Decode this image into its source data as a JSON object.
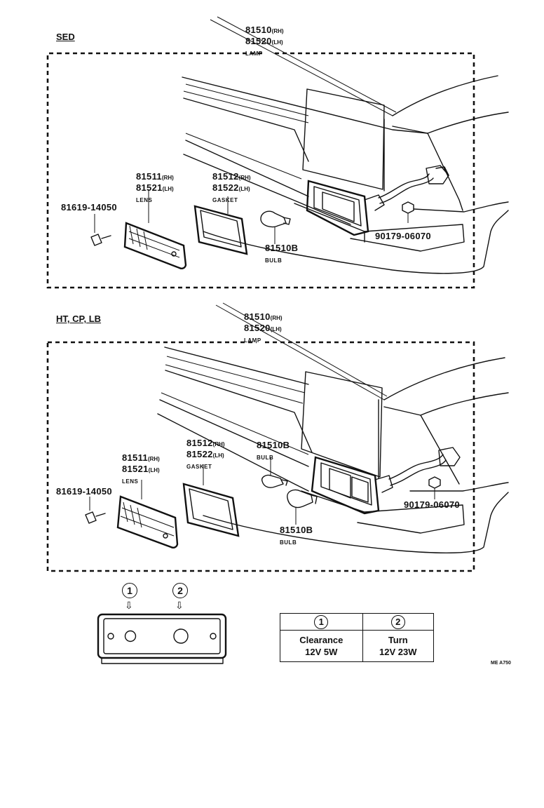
{
  "sections": {
    "sed": {
      "title": "SED",
      "lamp": {
        "rh": "81510",
        "rh_sfx": "(RH)",
        "lh": "81520",
        "lh_sfx": "(LH)",
        "name": "LAMP"
      },
      "lens": {
        "rh": "81511",
        "rh_sfx": "(RH)",
        "lh": "81521",
        "lh_sfx": "(LH)",
        "name": "LENS"
      },
      "gasket": {
        "rh": "81512",
        "rh_sfx": "(RH)",
        "lh": "81522",
        "lh_sfx": "(LH)",
        "name": "GASKET"
      },
      "screw": "81619-14050",
      "bulb": {
        "num": "81510B",
        "name": "BULB"
      },
      "nut": "90179-06070"
    },
    "ht": {
      "title": "HT, CP, LB",
      "lamp": {
        "rh": "81510",
        "rh_sfx": "(RH)",
        "lh": "81520",
        "lh_sfx": "(LH)",
        "name": "LAMP"
      },
      "lens": {
        "rh": "81511",
        "rh_sfx": "(RH)",
        "lh": "81521",
        "lh_sfx": "(LH)",
        "name": "LENS"
      },
      "gasket": {
        "rh": "81512",
        "rh_sfx": "(RH)",
        "lh": "81522",
        "lh_sfx": "(LH)",
        "name": "GASKET"
      },
      "screw": "81619-14050",
      "bulb_upper": {
        "num": "81510B",
        "name": "BULB"
      },
      "bulb_lower": {
        "num": "81510B",
        "name": "BULB"
      },
      "nut": "90179-06070"
    }
  },
  "legend": {
    "marker_1": "1",
    "marker_2": "2",
    "arrow": "⇩",
    "table": {
      "col1_mark": "1",
      "col2_mark": "2",
      "col1_name": "Clearance",
      "col1_spec": "12V 5W",
      "col2_name": "Turn",
      "col2_spec": "12V 23W"
    }
  },
  "drawing_code": "ME A750"
}
